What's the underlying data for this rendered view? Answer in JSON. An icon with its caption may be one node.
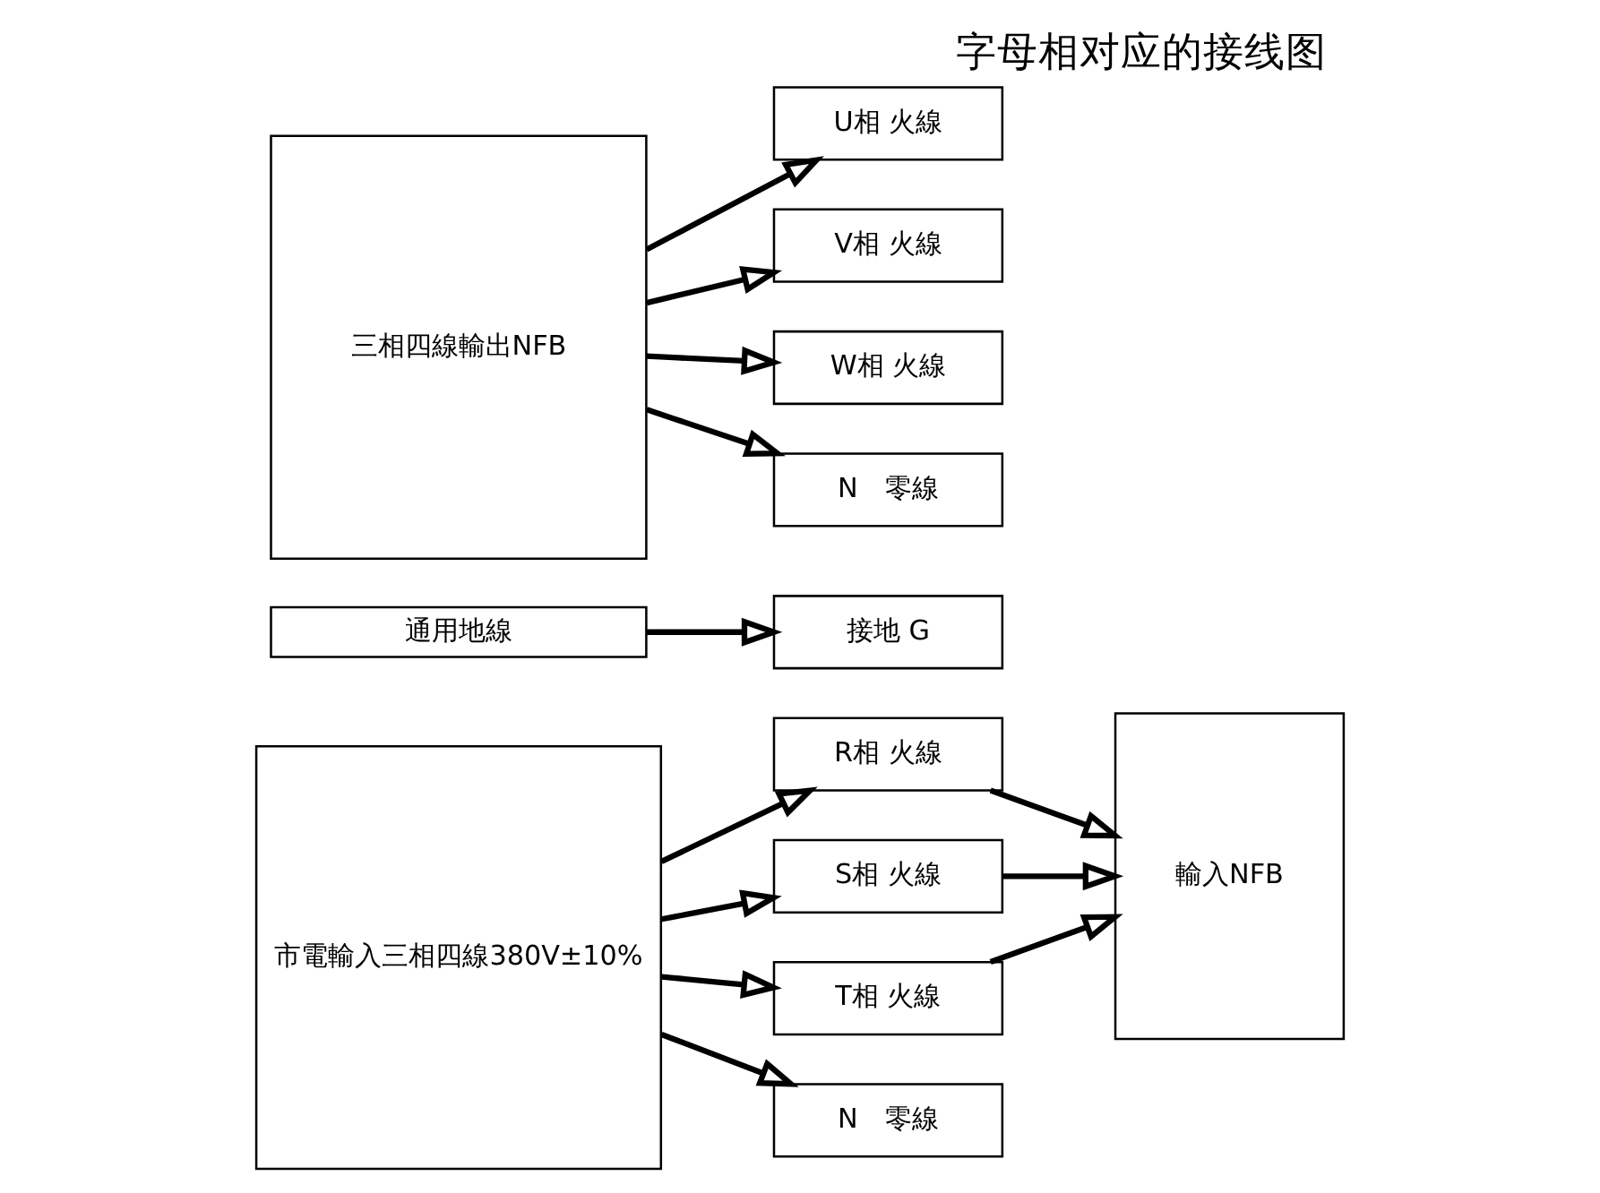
{
  "diagram": {
    "title": "字母相对应的接线图",
    "nodes": [
      {
        "text": [
          "市電輸入三相四線380V±10%"
        ]
      },
      {
        "text": [
          "R相 火線"
        ]
      },
      {
        "text": [
          "S相 火線"
        ]
      },
      {
        "text": [
          "T相 火線"
        ]
      },
      {
        "text": [
          "N　零線"
        ]
      },
      {
        "text": [
          "輸入NFB"
        ]
      },
      {
        "text": [
          "通用地線"
        ]
      },
      {
        "text": [
          "接地 G"
        ]
      },
      {
        "text": [
          "三相四線輸出NFB"
        ]
      },
      {
        "text": [
          "U相 火線"
        ]
      },
      {
        "text": [
          "V相 火線"
        ]
      },
      {
        "text": [
          "W相 火線"
        ]
      },
      {
        "text": [
          "N　零線"
        ]
      }
    ],
    "edges": [
      {
        "from": 0,
        "to": 1,
        "arrow": "to"
      },
      {
        "from": 0,
        "to": 2,
        "arrow": "to"
      },
      {
        "from": 0,
        "to": 3,
        "arrow": "to"
      },
      {
        "from": 0,
        "to": 4,
        "arrow": "to"
      },
      {
        "from": 1,
        "to": 5,
        "arrow": "to"
      },
      {
        "from": 2,
        "to": 5,
        "arrow": "to"
      },
      {
        "from": 3,
        "to": 5,
        "arrow": "to"
      },
      {
        "from": 6,
        "to": 7,
        "arrow": "to"
      },
      {
        "from": 8,
        "to": 9,
        "arrow": "to"
      },
      {
        "from": 8,
        "to": 10,
        "arrow": "to"
      },
      {
        "from": 8,
        "to": 11,
        "arrow": "to"
      },
      {
        "from": 8,
        "to": 12,
        "arrow": "to"
      }
    ]
  }
}
